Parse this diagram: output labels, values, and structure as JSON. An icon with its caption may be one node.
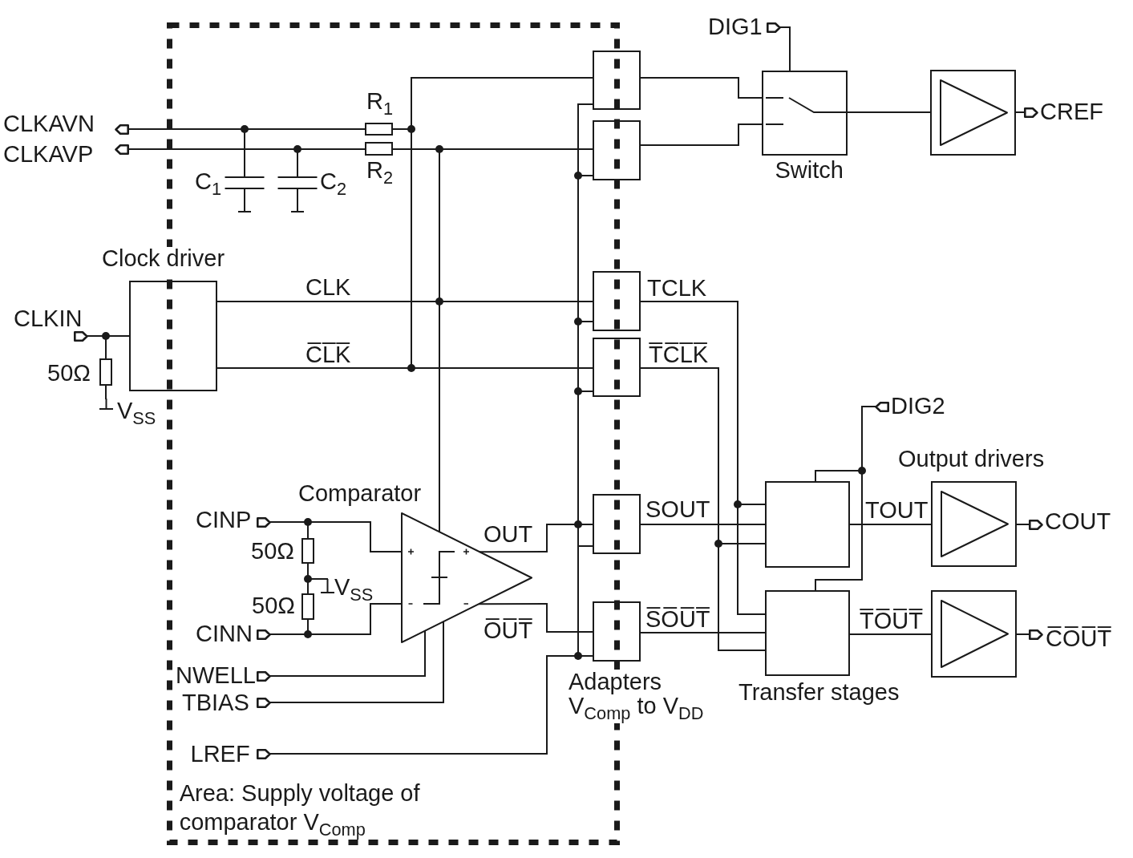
{
  "diagram": {
    "nodes": [
      {
        "text": [
          "Area: Supply voltage of comparator V$_{Comp}$"
        ]
      },
      {
        "text": [
          "CLKAVN"
        ]
      },
      {
        "text": [
          "CLKAVP"
        ]
      },
      {
        "text": [
          "R$_{1}$"
        ],
        "in": 0
      },
      {
        "text": [
          "R$_{2}$"
        ],
        "in": 0
      },
      {
        "text": [
          "C$_{1}$"
        ],
        "in": 0
      },
      {
        "text": [
          "C$_{2}$"
        ],
        "in": 0
      },
      {
        "text": [],
        "shape": "box"
      },
      {
        "text": [],
        "shape": "box"
      },
      {
        "text": [
          "DIG1"
        ]
      },
      {
        "text": [
          "Switch"
        ]
      },
      {
        "text": [],
        "shape": "box"
      },
      {
        "text": [
          "CREF"
        ]
      },
      {
        "text": [],
        "shape": "box"
      },
      {
        "text": [
          "CLKIN"
        ]
      },
      {
        "text": [
          "50Ω"
        ]
      },
      {
        "text": [
          "V$_{SS}$"
        ]
      },
      {
        "text": [],
        "shape": "box"
      },
      {
        "text": [],
        "shape": "box"
      },
      {
        "text": [
          "DIG2"
        ]
      },
      {
        "text": [],
        "shape": "triangle",
        "in": 0
      },
      {
        "text": [
          "CINP"
        ],
        "in": 0
      },
      {
        "text": [
          "50Ω"
        ],
        "in": 0
      },
      {
        "text": [
          "V$_{SS}$"
        ],
        "in": 0
      },
      {
        "text": [
          "50Ω"
        ],
        "in": 0
      },
      {
        "text": [
          "CINN"
        ],
        "in": 0
      },
      {
        "text": [
          "NWELL"
        ],
        "in": 0
      },
      {
        "text": [
          "TBIAS"
        ],
        "in": 0
      },
      {
        "text": [
          "LREF"
        ],
        "in": 0
      },
      {
        "text": [],
        "shape": "box"
      },
      {
        "text": [],
        "shape": "box"
      },
      {
        "text": [],
        "shape": "box"
      },
      {
        "text": [],
        "shape": "box"
      },
      {
        "text": [],
        "shape": "box"
      },
      {
        "text": [
          "COUT"
        ]
      },
      {
        "text": [],
        "shape": "box"
      },
      {
        "text": [
          "C̅O̅U̅T̅"
        ]
      }
    ],
    "edges": [
      {
        "from": 1,
        "to": 3,
        "arrow": "none"
      },
      {
        "from": 5,
        "to": 1,
        "arrow": "none"
      },
      {
        "from": 2,
        "to": 4,
        "arrow": "none"
      },
      {
        "from": 6,
        "to": 2,
        "arrow": "none"
      },
      {
        "from": 13,
        "to": 18,
        "arrow": "none",
        "label": "C̅L̅K̅"
      },
      {
        "from": 13,
        "to": 3,
        "arrow": "none"
      },
      {
        "from": 13,
        "to": 7,
        "arrow": "none"
      },
      {
        "from": 13,
        "to": 17,
        "arrow": "none",
        "label": "CLK"
      },
      {
        "from": 13,
        "to": 4,
        "arrow": "none"
      },
      {
        "from": 13,
        "to": 8,
        "arrow": "none"
      },
      {
        "from": 13,
        "to": 20,
        "arrow": "none"
      },
      {
        "from": 14,
        "to": 13,
        "arrow": "none"
      },
      {
        "from": 15,
        "to": 14,
        "arrow": "none"
      },
      {
        "from": 15,
        "to": 16,
        "arrow": "none"
      },
      {
        "from": 7,
        "to": 10,
        "arrow": "none"
      },
      {
        "from": 8,
        "to": 10,
        "arrow": "none"
      },
      {
        "from": 9,
        "to": 10,
        "arrow": "none"
      },
      {
        "from": 10,
        "to": 11,
        "arrow": "none"
      },
      {
        "from": 11,
        "to": 12,
        "arrow": "none"
      },
      {
        "from": 17,
        "to": 31,
        "arrow": "none",
        "label": "TCLK"
      },
      {
        "from": 17,
        "to": 32,
        "arrow": "none"
      },
      {
        "from": 18,
        "to": 31,
        "arrow": "none",
        "label": "T̅C̅L̅K̅"
      },
      {
        "from": 18,
        "to": 32,
        "arrow": "none"
      },
      {
        "from": 19,
        "to": 31,
        "arrow": "none"
      },
      {
        "from": 19,
        "to": 32,
        "arrow": "none"
      },
      {
        "from": 21,
        "to": 20,
        "arrow": "none"
      },
      {
        "from": 22,
        "to": 21,
        "arrow": "none"
      },
      {
        "from": 22,
        "to": 24,
        "arrow": "none"
      },
      {
        "from": 22,
        "to": 23,
        "arrow": "none"
      },
      {
        "from": 24,
        "to": 25,
        "arrow": "none"
      },
      {
        "from": 25,
        "to": 20,
        "arrow": "none"
      },
      {
        "from": 26,
        "to": 20,
        "arrow": "none"
      },
      {
        "from": 27,
        "to": 20,
        "arrow": "none"
      },
      {
        "from": 20,
        "to": 29,
        "arrow": "none",
        "label": "OUT"
      },
      {
        "from": 20,
        "to": 30,
        "arrow": "none",
        "label": "O̅U̅T̅"
      },
      {
        "from": 28,
        "to": 30,
        "arrow": "none"
      },
      {
        "from": 28,
        "to": 29,
        "arrow": "none"
      },
      {
        "from": 28,
        "to": 18,
        "arrow": "none"
      },
      {
        "from": 28,
        "to": 17,
        "arrow": "none"
      },
      {
        "from": 28,
        "to": 8,
        "arrow": "none"
      },
      {
        "from": 28,
        "to": 7,
        "arrow": "none"
      },
      {
        "from": 29,
        "to": 31,
        "arrow": "none",
        "label": "SOUT"
      },
      {
        "from": 30,
        "to": 32,
        "arrow": "none",
        "label": "S̅O̅U̅T̅"
      },
      {
        "from": 31,
        "to": 33,
        "arrow": "none",
        "label": "TOUT"
      },
      {
        "from": 32,
        "to": 35,
        "arrow": "none",
        "label": "T̅O̅U̅T̅"
      },
      {
        "from": 33,
        "to": 34,
        "arrow": "none"
      },
      {
        "from": 35,
        "to": 36,
        "arrow": "none"
      }
    ],
    "labels": [
      "Clock driver",
      "Output drivers",
      "Comparator",
      "Adapters V$_{Comp}$ to V$_{DD}$",
      "Transfer stages"
    ]
  }
}
